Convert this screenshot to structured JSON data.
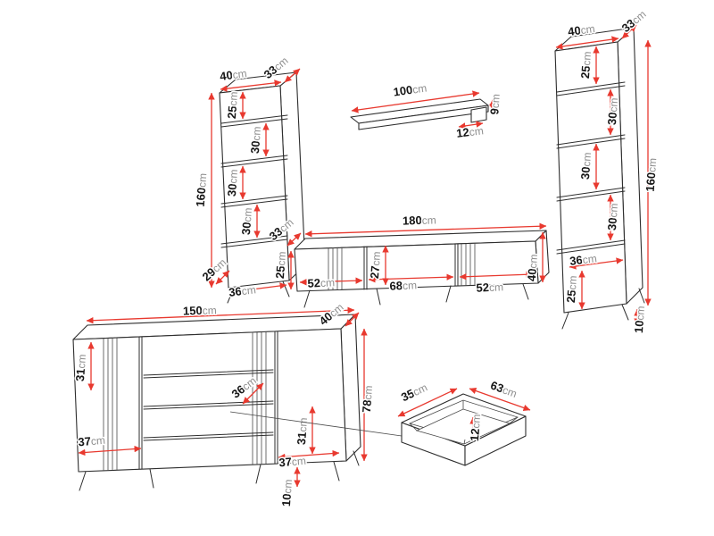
{
  "unit": "cm",
  "colors": {
    "dimension": "#e8392f",
    "outline": "#2e2e2e",
    "number": "#151515",
    "unit_text": "#8f8f8f"
  },
  "pieces": {
    "left_cabinet": {
      "top_width": "40",
      "top_depth": "33",
      "gap_1": "25",
      "gap_2": "30",
      "gap_3": "30",
      "gap_4": "30",
      "height": "160",
      "leg_depth": "29",
      "bottom_width": "36"
    },
    "wall_shelf": {
      "width": "100",
      "thickness": "9",
      "depth": "12"
    },
    "right_cabinet": {
      "top_width": "40",
      "top_depth": "33",
      "gap_1": "25",
      "gap_2": "30",
      "gap_3": "30",
      "gap_4": "30",
      "height": "160",
      "bottom_width": "36",
      "bottom_height": "25",
      "leg_height": "10"
    },
    "tv_stand": {
      "top_depth": "33",
      "front_height": "25",
      "width": "180",
      "inner_height": "27",
      "door_left": "52",
      "door_middle": "68",
      "door_right": "52",
      "side_height": "40"
    },
    "sideboard": {
      "width": "150",
      "depth": "40",
      "upper_gap": "31",
      "drawer_depth": "36",
      "door_left": "37",
      "door_right": "37",
      "lower_gap": "31",
      "height": "78",
      "leg_height": "10"
    },
    "drawer": {
      "depth": "35",
      "width": "63",
      "height": "12"
    }
  }
}
